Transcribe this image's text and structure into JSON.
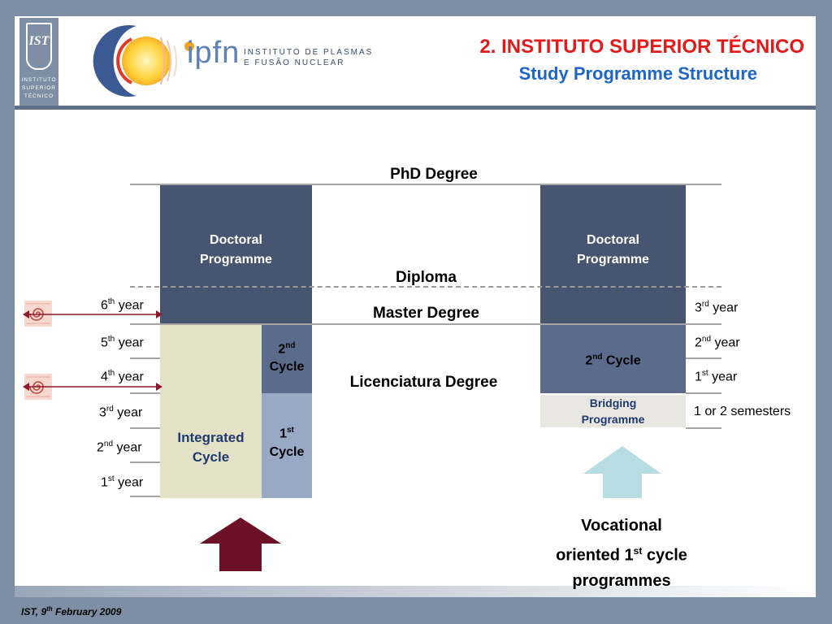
{
  "header": {
    "ist_logo_name": "INSTITUTO\nSUPERIOR\nTÉCNICO",
    "ipfn_logo_text": "ipfn",
    "ipfn_subtitle_1": "INSTITUTO DE PLASMAS",
    "ipfn_subtitle_2": "E FUSÃO NUCLEAR",
    "title": "2. INSTITUTO SUPERIOR TÉCNICO",
    "subtitle": "Study Programme Structure"
  },
  "diagram": {
    "phd_degree": "PhD Degree",
    "diploma": "Diploma",
    "master_degree": "Master Degree",
    "licenciatura_degree": "Licenciatura Degree",
    "left": {
      "doctoral_programme": "Doctoral Programme",
      "second_cycle": {
        "num": "2",
        "sup": "nd",
        "word": "Cycle"
      },
      "first_cycle": {
        "num": "1",
        "sup": "st",
        "word": "Cycle"
      },
      "integrated_cycle": "Integrated Cycle",
      "years": [
        {
          "num": "6",
          "sup": "th",
          "word": " year"
        },
        {
          "num": "5",
          "sup": "th",
          "word": " year"
        },
        {
          "num": "4",
          "sup": "th",
          "word": " year"
        },
        {
          "num": "3",
          "sup": "rd",
          "word": " year"
        },
        {
          "num": "2",
          "sup": "nd",
          "word": " year"
        },
        {
          "num": "1",
          "sup": "st",
          "word": " year"
        }
      ]
    },
    "right": {
      "doctoral_programme": "Doctoral Programme",
      "second_cycle": {
        "num": "2",
        "sup": "nd",
        "word": " Cycle"
      },
      "bridging_programme": "Bridging Programme",
      "years": [
        {
          "num": "3",
          "sup": "rd",
          "word": " year"
        },
        {
          "num": "2",
          "sup": "nd",
          "word": " year"
        },
        {
          "num": "1",
          "sup": "st",
          "word": " year"
        }
      ],
      "semesters": "1 or 2 semesters"
    },
    "vocational": {
      "line1": "Vocational",
      "line2_pre": "oriented 1",
      "line2_sup": "st",
      "line2_post": " cycle",
      "line3": "programmes"
    }
  },
  "footer": {
    "pre": "IST, 9",
    "sup": "th",
    "post": " February 2009"
  },
  "colors": {
    "title_red": "#e31a1a",
    "subtitle_blue": "#1e65c8",
    "doctoral_box": "#475571",
    "second_cycle_box": "#5b6b8c",
    "first_cycle_box": "#99a8c4",
    "integrated_cycle_box": "#e3e2c7",
    "bridging_box": "#e9e7e1",
    "arrow_maroon": "#6d1226",
    "arrow_lightblue": "#b7dde3",
    "slide_frame": "#7d8ea5"
  },
  "icons": [
    "ist-shield-logo",
    "ipfn-sun-logo",
    "spiral-icon",
    "double-arrow-icon",
    "up-arrow-icon"
  ]
}
